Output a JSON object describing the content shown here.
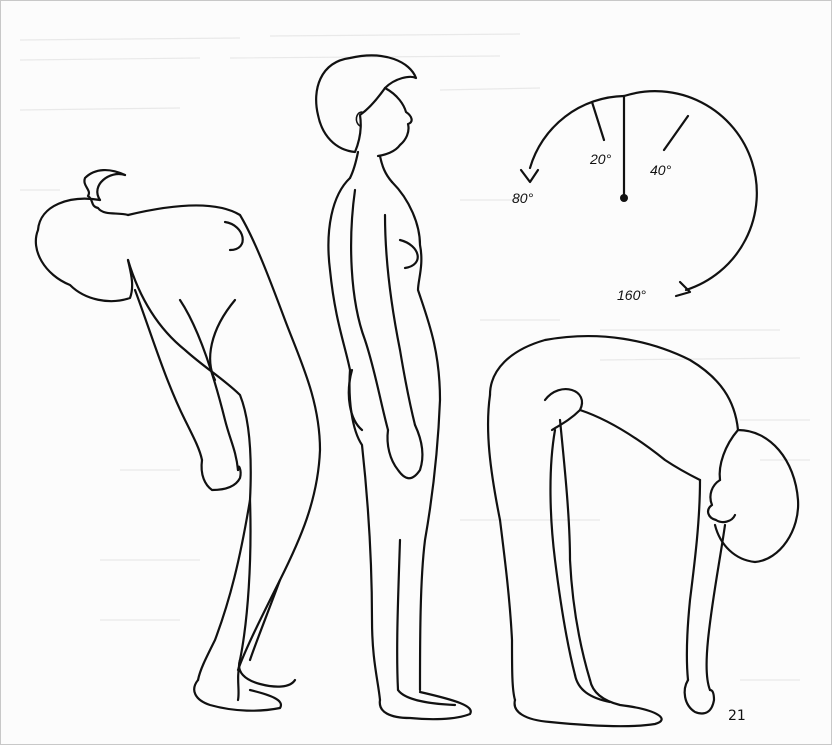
{
  "angle_labels": {
    "a20": "20°",
    "a40": "40°",
    "a80": "80°",
    "a160": "160°"
  },
  "figure_number": "21"
}
